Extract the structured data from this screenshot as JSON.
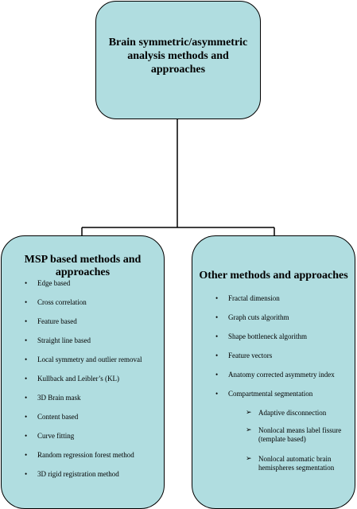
{
  "root": {
    "title": "Brain symmetric/asymmetric analysis methods and approaches"
  },
  "left": {
    "title": "MSP based methods and approaches",
    "items": [
      "Edge based",
      "Cross correlation",
      "Feature based",
      "Straight line based",
      "Local symmetry and outlier removal",
      "Kullback and Leibler’s (KL)",
      "3D Brain mask",
      "Content based",
      "Curve fitting",
      "Random regression forest method",
      "3D rigid registration method"
    ]
  },
  "right": {
    "title": "Other methods and approaches",
    "items": [
      "Fractal dimension",
      "Graph cuts algorithm",
      "Shape bottleneck algorithm",
      "Feature vectors",
      "Anatomy corrected asymmetry index",
      "Compartmental segmentation"
    ],
    "subitems": [
      "Adaptive disconnection",
      "Nonlocal means label fissure (template based)",
      "Nonlocal automatic brain hemispheres segmentation"
    ]
  },
  "colors": {
    "box_fill": "#b0dde0",
    "stroke": "#000000"
  },
  "icons": {
    "bullet": "bullet-icon",
    "sub_bullet": "arrowhead-bullet-icon"
  }
}
